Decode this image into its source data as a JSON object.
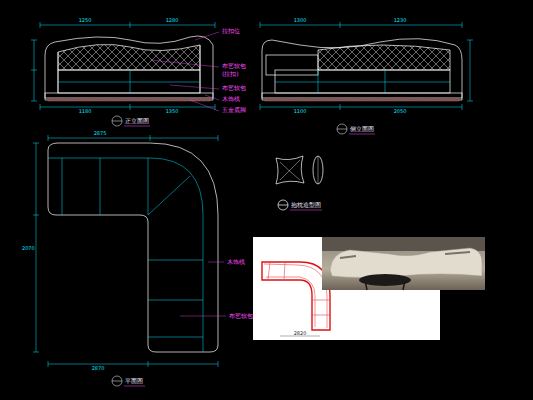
{
  "diagram": {
    "labels": [
      "1250",
      "1280",
      "拉扣位",
      "布艺软包",
      "(拉扣)",
      "布艺软包",
      "木饰线",
      "五金底脚",
      "1180",
      "1350",
      "正立面图",
      "1300",
      "1230",
      "1100",
      "2050",
      "侧立面图",
      "2875",
      "2070",
      "木饰线",
      "布艺软包",
      "2870",
      "平面图",
      "抱枕造型图",
      "2820"
    ]
  }
}
